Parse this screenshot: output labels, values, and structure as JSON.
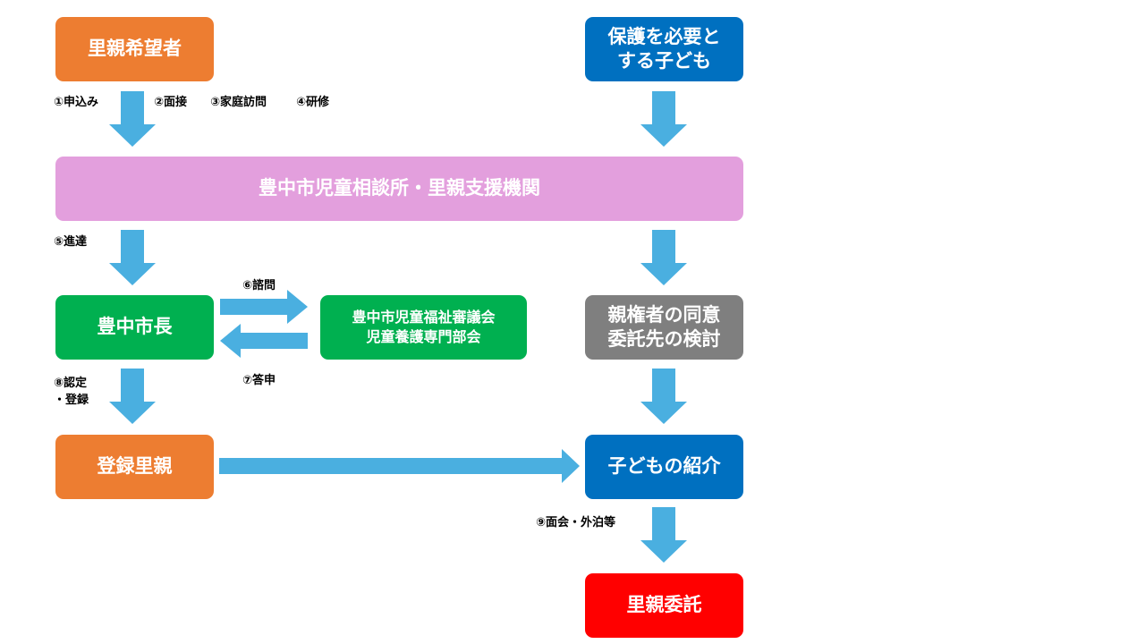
{
  "colors": {
    "orange": "#ED7D31",
    "blue": "#0070C0",
    "pink": "#E39FDD",
    "green": "#00B050",
    "gray": "#7F7F7F",
    "red": "#FF0000",
    "arrow": "#4AAFE0"
  },
  "nodes": {
    "applicant": "里親希望者",
    "child_line1": "保護を必要と",
    "child_line2": "する子ども",
    "agency": "豊中市児童相談所・里親支援機関",
    "mayor": "豊中市長",
    "council_line1": "豊中市児童福祉審議会",
    "council_line2": "児童養護専門部会",
    "consent_line1": "親権者の同意",
    "consent_line2": "委託先の検討",
    "registered": "登録里親",
    "introduction": "子どもの紹介",
    "entrust": "里親委託"
  },
  "labels": {
    "step1": "①申込み",
    "step2": "②面接",
    "step3": "③家庭訪問",
    "step4": "④研修",
    "step5": "⑤進達",
    "step6": "⑥諮問",
    "step7": "⑦答申",
    "step8_line1": "⑧認定",
    "step8_line2": "・登録",
    "step9": "⑨面会・外泊等"
  }
}
